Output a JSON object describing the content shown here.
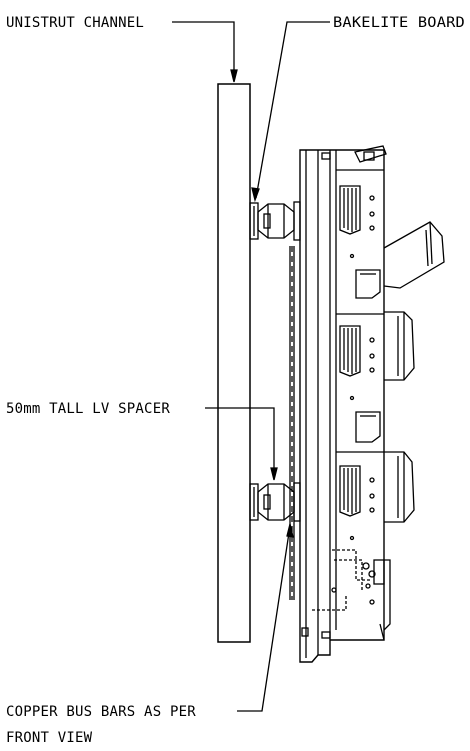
{
  "labels": {
    "unistrut_channel": "UNISTRUT CHANNEL",
    "bakelite_board": "BAKELITE BOARD",
    "lv_spacer": "50mm TALL LV SPACER",
    "copper_bus_bars_line1": "COPPER BUS BARS AS PER",
    "copper_bus_bars_line2": "FRONT VIEW"
  },
  "colors": {
    "line": "#000000",
    "background": "#ffffff"
  }
}
